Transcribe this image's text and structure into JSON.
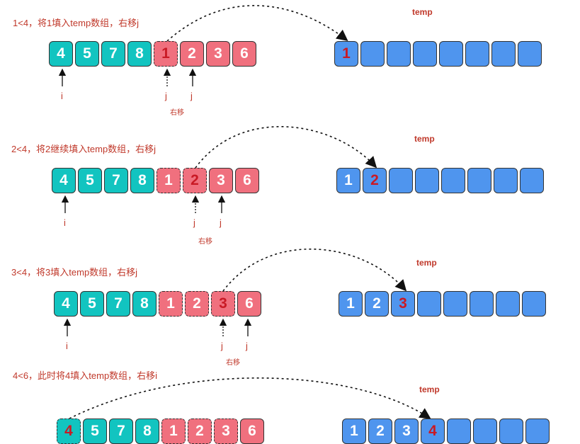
{
  "temp_label": "temp",
  "i_label": "i",
  "j_label": "j",
  "shift_label": "右移",
  "colors": {
    "left": "#12c4c0",
    "right": "#f0707e",
    "temp": "#4f95ee",
    "text": "#c0392b",
    "highlight": "#c91a25"
  },
  "steps": [
    {
      "caption": "1<4，将1填入temp数组，右移j",
      "array": [
        "4",
        "5",
        "7",
        "8",
        "1",
        "2",
        "3",
        "6"
      ],
      "consumed": [],
      "highlight": 4,
      "temp": [
        "1",
        "",
        "",
        "",
        "",
        "",
        "",
        ""
      ],
      "temp_highlight": 0
    },
    {
      "caption": "2<4，将2继续填入temp数组，右移j",
      "array": [
        "4",
        "5",
        "7",
        "8",
        "1",
        "2",
        "3",
        "6"
      ],
      "consumed": [
        4
      ],
      "highlight": 5,
      "temp": [
        "1",
        "2",
        "",
        "",
        "",
        "",
        "",
        ""
      ],
      "temp_highlight": 1
    },
    {
      "caption": "3<4，将3填入temp数组，右移j",
      "array": [
        "4",
        "5",
        "7",
        "8",
        "1",
        "2",
        "3",
        "6"
      ],
      "consumed": [
        4,
        5
      ],
      "highlight": 6,
      "temp": [
        "1",
        "2",
        "3",
        "",
        "",
        "",
        "",
        ""
      ],
      "temp_highlight": 2
    },
    {
      "caption": "4<6，此时将4填入temp数组，右移i",
      "array": [
        "4",
        "5",
        "7",
        "8",
        "1",
        "2",
        "3",
        "6"
      ],
      "consumed": [
        4,
        5,
        6
      ],
      "highlight": 0,
      "temp": [
        "1",
        "2",
        "3",
        "4",
        "",
        "",
        "",
        ""
      ],
      "temp_highlight": 3
    }
  ]
}
